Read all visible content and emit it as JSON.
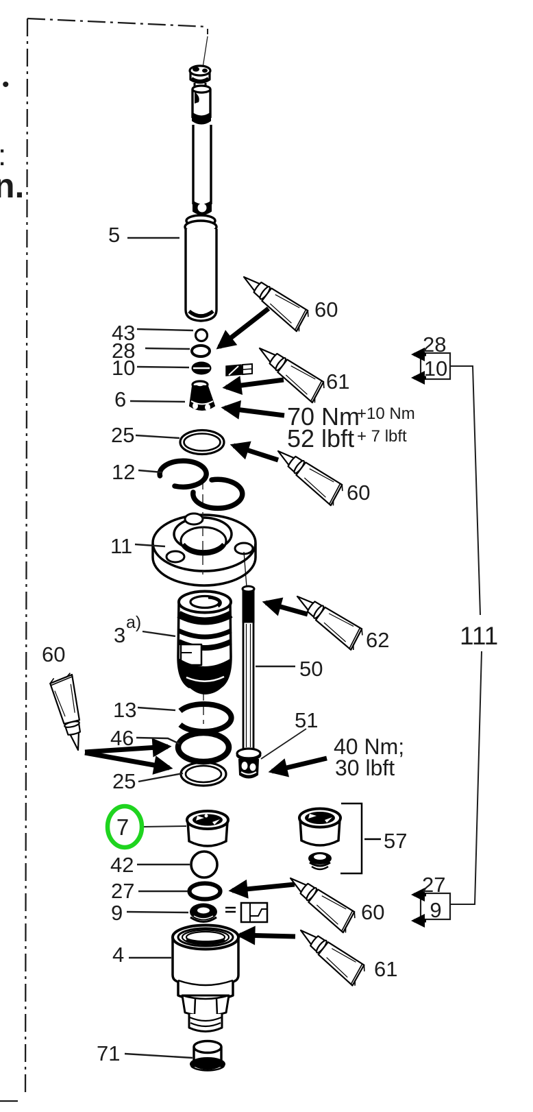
{
  "highlight_color": "#1fd41f",
  "part_labels": {
    "p5": "5",
    "p43": "43",
    "p28": "28",
    "p10": "10",
    "p6": "6",
    "p25_upper": "25",
    "p12": "12",
    "p11": "11",
    "p3": "3",
    "p3_suffix": "a)",
    "p50": "50",
    "p13": "13",
    "p46": "46",
    "p25_lower": "25",
    "p51": "51",
    "p7": "7",
    "p42": "42",
    "p27": "27",
    "p9": "9",
    "p4": "4",
    "p71": "71",
    "p57": "57",
    "p111": "111"
  },
  "sealant_labels": {
    "top_60": "60",
    "top_61": "61",
    "mid_60": "60",
    "rod_62": "62",
    "left_60": "60",
    "lower_60": "60",
    "lower_61": "61"
  },
  "reference_callouts": {
    "r28": "28",
    "r10": "10",
    "r27": "27",
    "r9": "9"
  },
  "torque_notes": {
    "upper": {
      "metric": "70 Nm",
      "metric_extra": "+10 Nm",
      "imperial": "52 lbft",
      "imperial_extra": "+ 7 lbft"
    },
    "lower": {
      "metric": "40 Nm;",
      "imperial": "30 lbft"
    }
  },
  "clipped_left_text": {
    "bullet": "•",
    "colon": ":",
    "word_end": "n."
  }
}
